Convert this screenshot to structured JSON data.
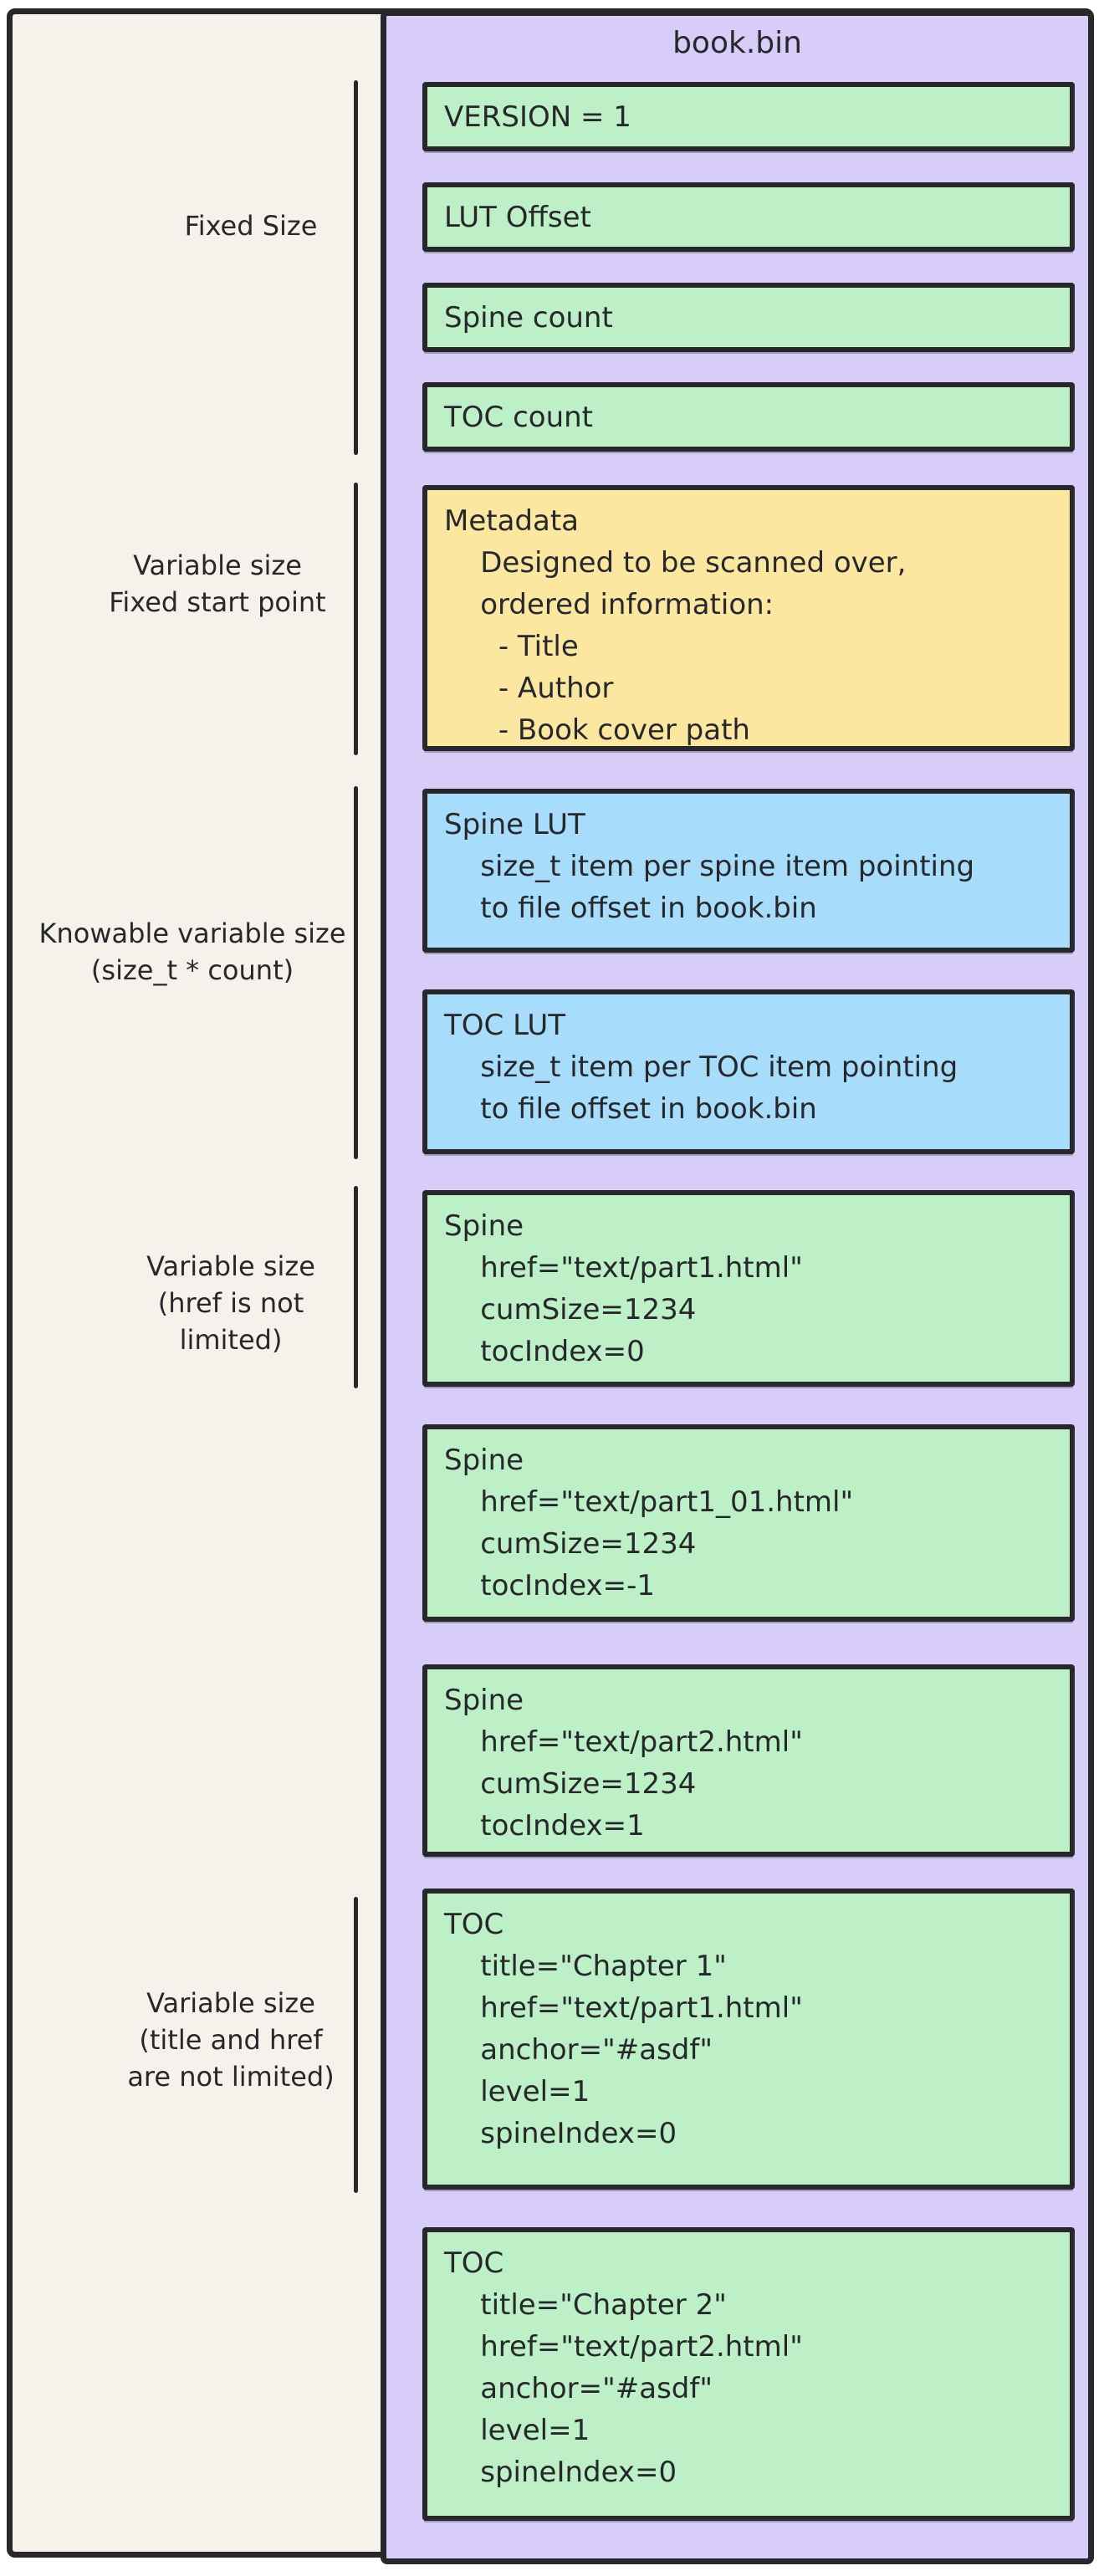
{
  "palette": {
    "page_background": "#F7F1EB",
    "panel_purple": "#D7CDF8",
    "box_green": "#BDF0C6",
    "box_yellow": "#FBE7A0",
    "box_blue": "#A8DCFB",
    "ink": "#26282C"
  },
  "panel": {
    "title": "book.bin"
  },
  "labels": [
    {
      "text": "Fixed Size"
    },
    {
      "text": "Variable size\nFixed start point"
    },
    {
      "text": "Knowable variable size\n(size_t * count)"
    },
    {
      "text": "Variable size\n(href is not\nlimited)"
    },
    {
      "text": "Variable size\n(title and href\nare not limited)"
    }
  ],
  "boxes": [
    {
      "color": "green",
      "text": "VERSION = 1"
    },
    {
      "color": "green",
      "text": "LUT Offset"
    },
    {
      "color": "green",
      "text": "Spine count"
    },
    {
      "color": "green",
      "text": "TOC count"
    },
    {
      "color": "yellow",
      "text": "Metadata\n    Designed to be scanned over,\n    ordered information:\n      - Title\n      - Author\n      - Book cover path"
    },
    {
      "color": "blue",
      "text": "Spine LUT\n    size_t item per spine item pointing\n    to file offset in book.bin"
    },
    {
      "color": "blue",
      "text": "TOC LUT\n    size_t item per TOC item pointing\n    to file offset in book.bin"
    },
    {
      "color": "green",
      "text": "Spine\n    href=\"text/part1.html\"\n    cumSize=1234\n    tocIndex=0"
    },
    {
      "color": "green",
      "text": "Spine\n    href=\"text/part1_01.html\"\n    cumSize=1234\n    tocIndex=-1"
    },
    {
      "color": "green",
      "text": "Spine\n    href=\"text/part2.html\"\n    cumSize=1234\n    tocIndex=1"
    },
    {
      "color": "green",
      "text": "TOC\n    title=\"Chapter 1\"\n    href=\"text/part1.html\"\n    anchor=\"#asdf\"\n    level=1\n    spineIndex=0"
    },
    {
      "color": "green",
      "text": "TOC\n    title=\"Chapter 2\"\n    href=\"text/part2.html\"\n    anchor=\"#asdf\"\n    level=1\n    spineIndex=0"
    }
  ]
}
